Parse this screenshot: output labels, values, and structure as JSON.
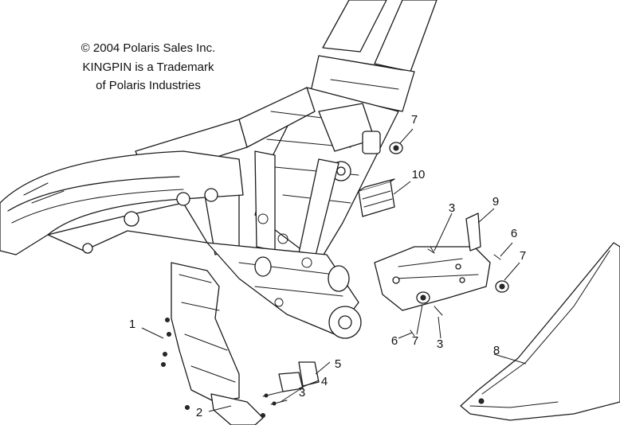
{
  "notice": {
    "line1": "© 2004 Polaris Sales Inc.",
    "line2": "KINGPIN is a Trademark",
    "line3": "of Polaris Industries"
  },
  "callouts": [
    {
      "id": "c7a",
      "label": "7"
    },
    {
      "id": "c10",
      "label": "10"
    },
    {
      "id": "c3a",
      "label": "3"
    },
    {
      "id": "c9",
      "label": "9"
    },
    {
      "id": "c6a",
      "label": "6"
    },
    {
      "id": "c7b",
      "label": "7"
    },
    {
      "id": "c1",
      "label": "1"
    },
    {
      "id": "c6b",
      "label": "6"
    },
    {
      "id": "c7c",
      "label": "7"
    },
    {
      "id": "c3b",
      "label": "3"
    },
    {
      "id": "c8",
      "label": "8"
    },
    {
      "id": "c5",
      "label": "5"
    },
    {
      "id": "c4",
      "label": "4"
    },
    {
      "id": "c3c",
      "label": "3"
    },
    {
      "id": "c2",
      "label": "2"
    }
  ]
}
